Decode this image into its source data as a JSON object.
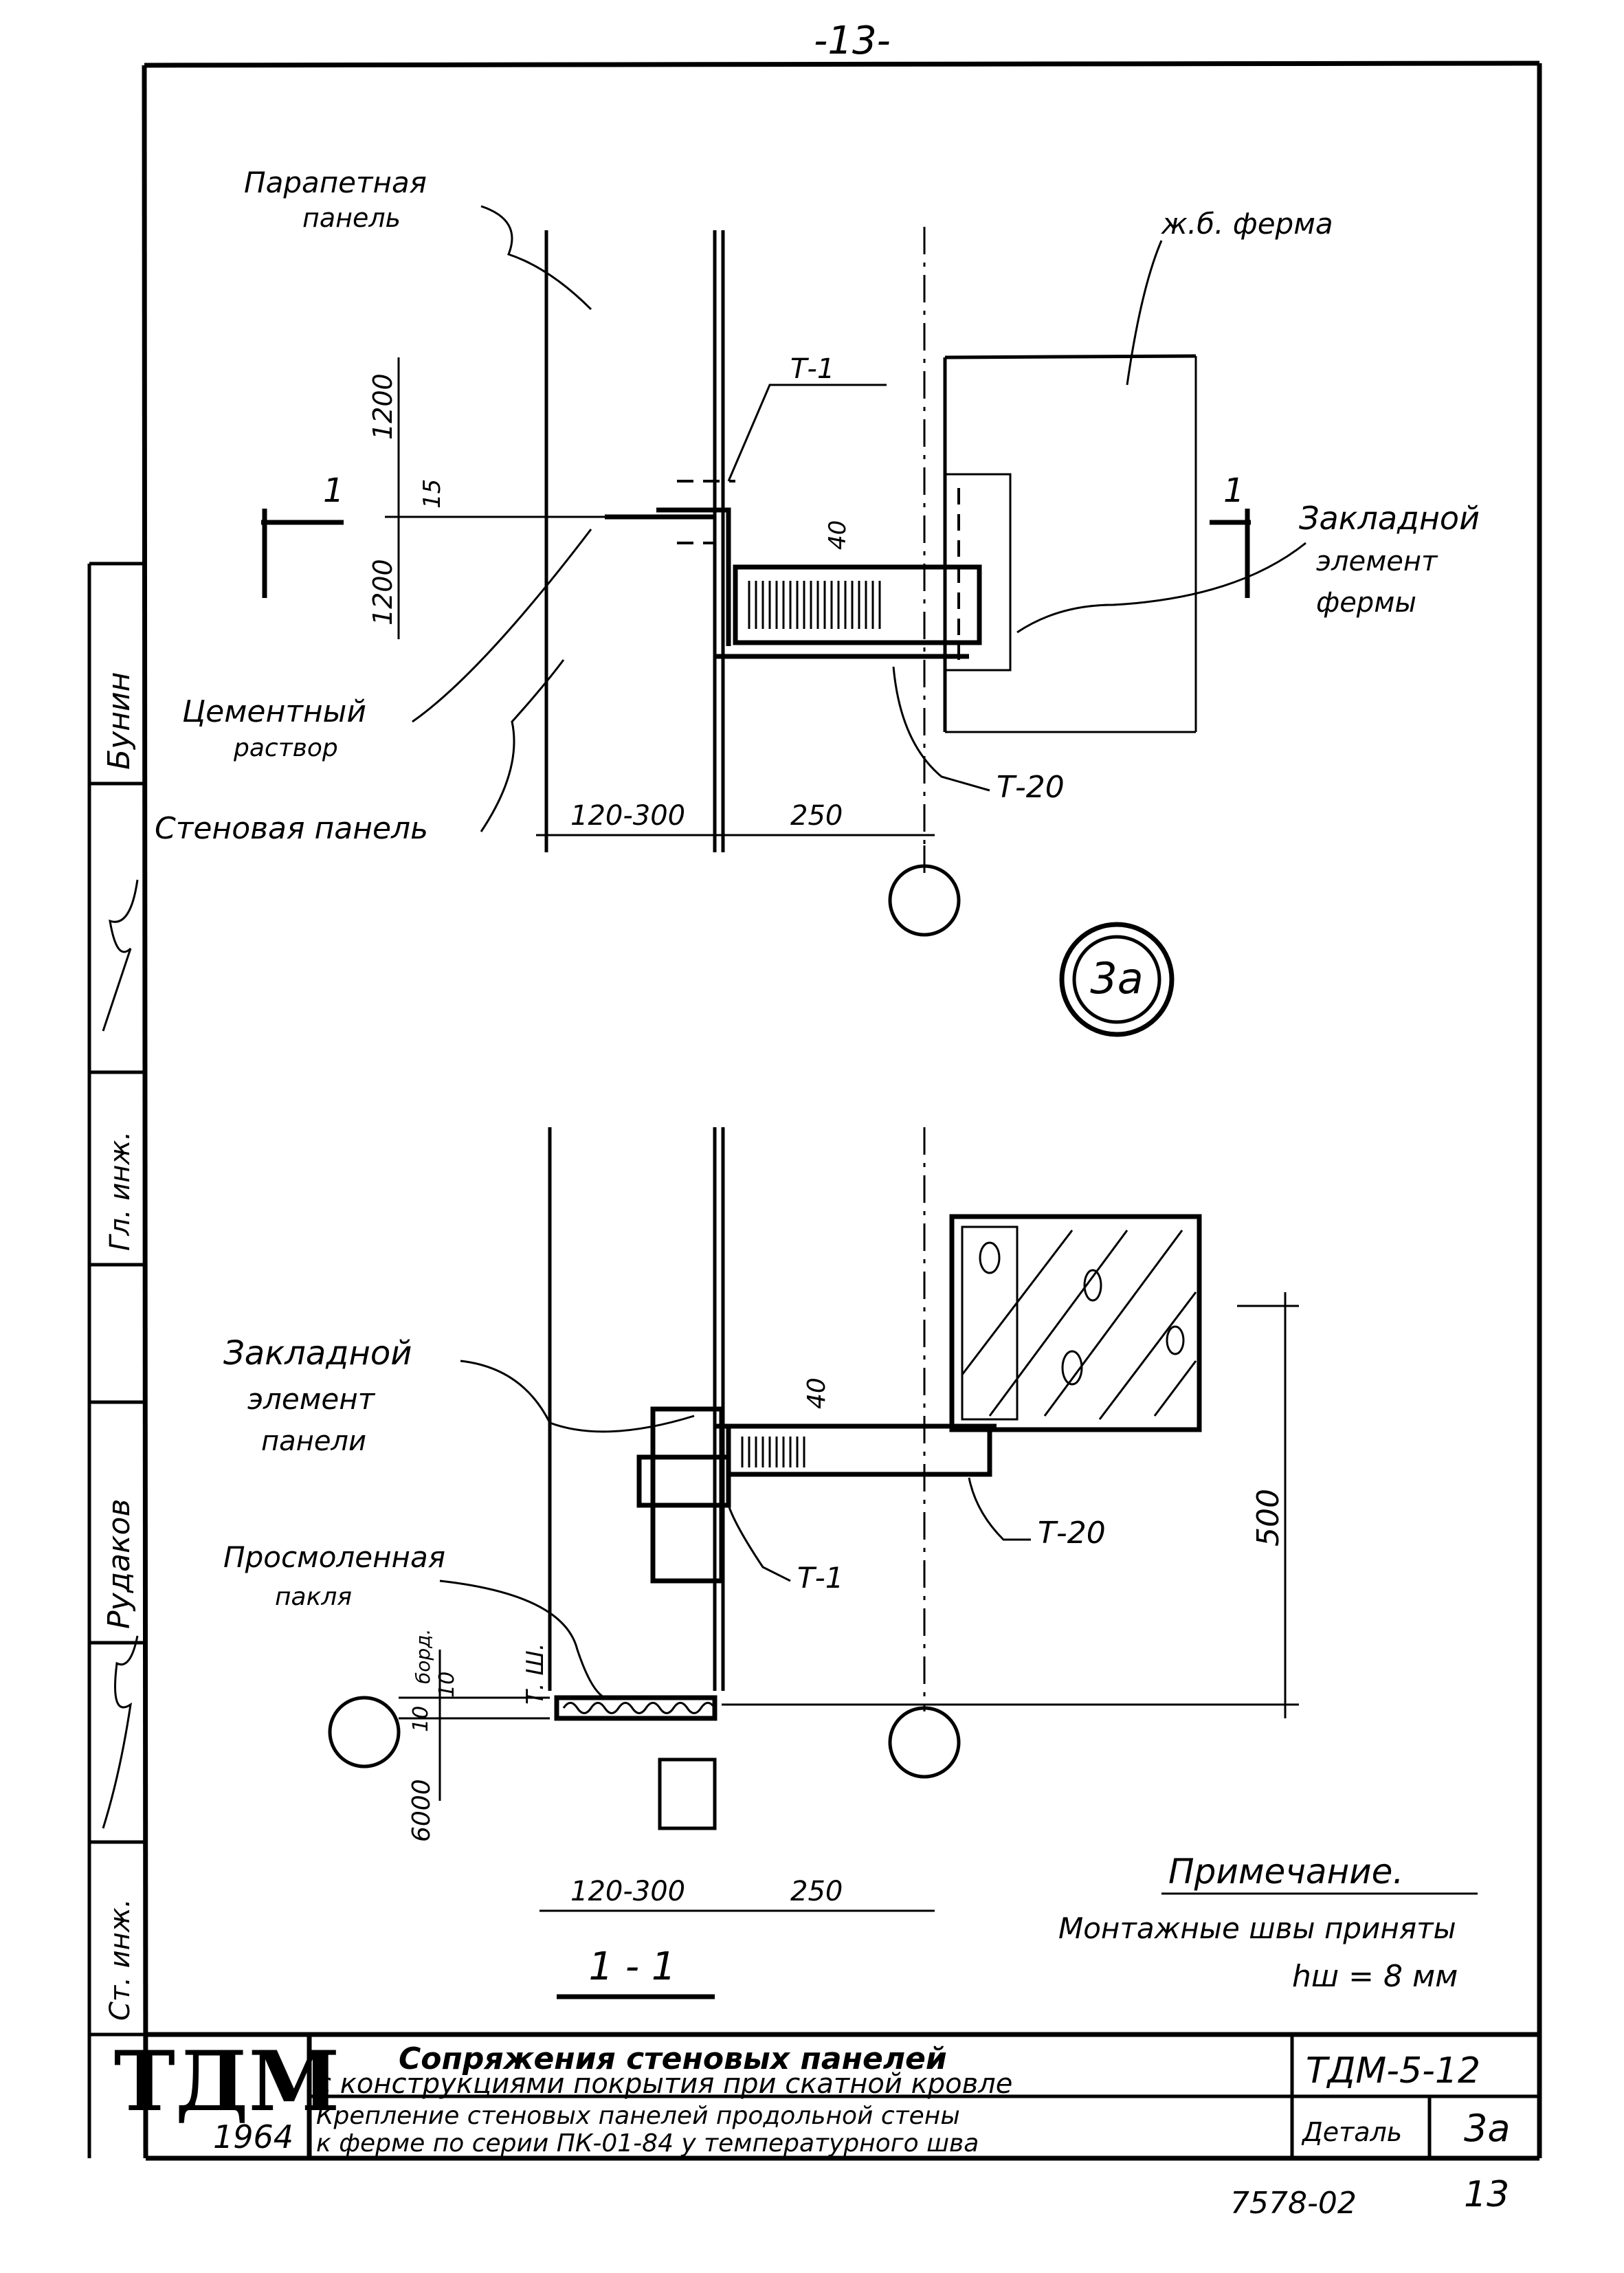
{
  "page_number": "-13-",
  "upper_view": {
    "parapet_panel_label": [
      "Парапетная",
      "панель"
    ],
    "truss_label": "ж.б. ферма",
    "t1_label": "Т-1",
    "embedded_truss_label": [
      "Закладной",
      "элемент",
      "фермы"
    ],
    "cement_label": [
      "Цементный",
      "раствор"
    ],
    "wall_panel_label": "Стеновая панель",
    "t20_label": "Т-20",
    "dim_upper": "1200",
    "dim_lower": "1200",
    "dim_15": "15",
    "dim_40": "40",
    "dim_wall": "120-300",
    "dim_250": "250",
    "section_mark": "1",
    "detail_mark": "3а"
  },
  "lower_view": {
    "embedded_panel_label": [
      "Закладной",
      "элемент",
      "панели"
    ],
    "oakum_label": [
      "Просмоленная",
      "пакля"
    ],
    "t20_label": "Т-20",
    "t1_label": "Т-1",
    "dim_40": "40",
    "dim_500": "500",
    "dim_6000": "6000",
    "dim_10a": "10",
    "dim_10b": "10",
    "dim_bord": "борд.",
    "tsh_label": "Т. Ш.",
    "dim_wall": "120-300",
    "dim_250": "250",
    "section_title": "1 - 1"
  },
  "note": {
    "title": "Примечание.",
    "line1": "Монтажные швы приняты",
    "line2": "hш = 8 мм"
  },
  "side_stamp": [
    "Бунин",
    "Гл. инж.",
    "Рудаков",
    "Ст. инж."
  ],
  "title_block": {
    "logo": "ТДМ",
    "year": "1964",
    "title_line1": "Сопряжения стеновых панелей",
    "title_line2": "с конструкциями покрытия при скатной кровле",
    "subtitle_line1": "Крепление стеновых панелей продольной стены",
    "subtitle_line2": "к ферме по серии ПК-01-84 у температурного шва",
    "code": "ТДМ-5-12",
    "detail_label": "Деталь",
    "detail_value": "3а"
  },
  "footer": {
    "sheet_code": "7578-02",
    "sheet_number": "13"
  }
}
